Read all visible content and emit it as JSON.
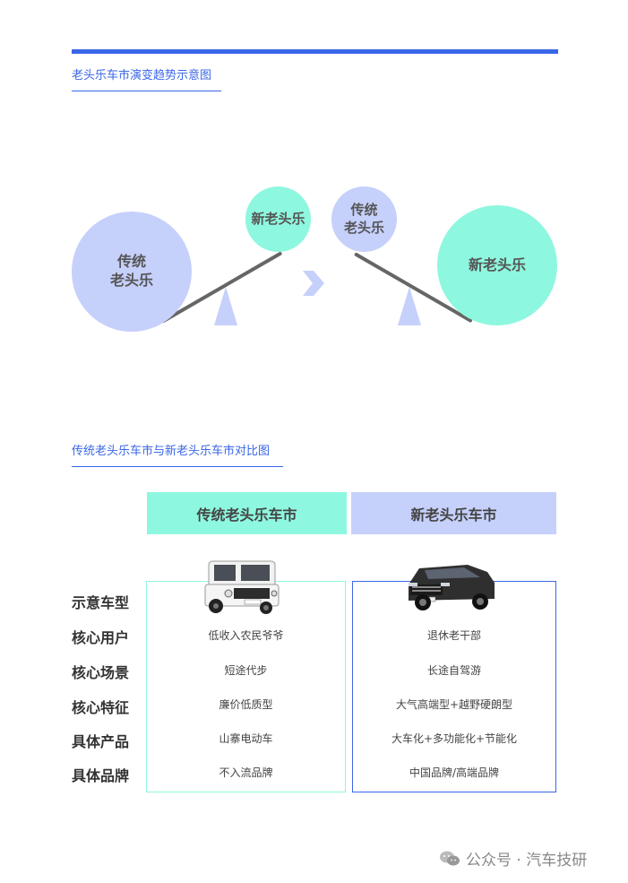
{
  "section1": {
    "title": "老头乐车市演变趋势示意图"
  },
  "diagram": {
    "left_balance": {
      "big_circle": "传统\n老头乐",
      "small_circle": "新老头乐"
    },
    "right_balance": {
      "small_circle": "传统\n老头乐",
      "big_circle": "新老头乐"
    },
    "colors": {
      "traditional": "#c5d0fb",
      "new": "#8ef7df"
    },
    "arrow_icon": "chevron-right-icon"
  },
  "section2": {
    "title": "传统老头乐车市与新老头乐车市对比图"
  },
  "comparison": {
    "headers": [
      "传统老头乐车市",
      "新老头乐车市"
    ],
    "rows": [
      {
        "label": "示意车型",
        "traditional": "",
        "new": ""
      },
      {
        "label": "核心用户",
        "traditional": "低收入农民爷爷",
        "new": "退休老干部"
      },
      {
        "label": "核心场景",
        "traditional": "短途代步",
        "new": "长途自驾游"
      },
      {
        "label": "核心特征",
        "traditional": "廉价低质型",
        "new": "大气高端型+越野硬朗型"
      },
      {
        "label": "具体产品",
        "traditional": "山寨电动车",
        "new": "大车化+多功能化+节能化"
      },
      {
        "label": "具体品牌",
        "traditional": "不入流品牌",
        "new": "中国品牌/高端品牌"
      }
    ],
    "car_images": [
      "white-mini-suv-photo",
      "black-large-suv-photo"
    ]
  },
  "watermark": {
    "text": "公众号 · 汽车技研",
    "icon": "wechat-icon"
  }
}
